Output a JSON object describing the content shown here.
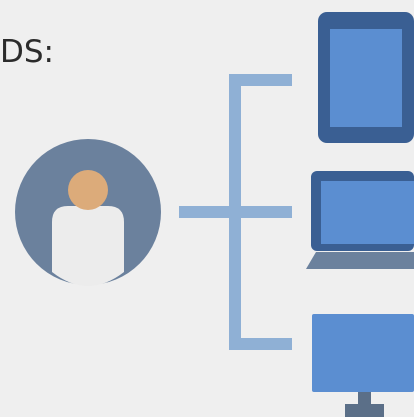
{
  "caption": "DS:",
  "colors": {
    "background": "#efefef",
    "text": "#2b2b2b",
    "connector": "#8fb0d5",
    "avatar_circle": "#6b819d",
    "avatar_head": "#dcab7a",
    "avatar_body": "#ececec",
    "device_frame": "#3a5f93",
    "device_screen": "#5b8ed1",
    "laptop_base": "#6b819d",
    "monitor_stand": "#5b6f88"
  },
  "nodes": [
    {
      "name": "user",
      "icon": "user-avatar-icon"
    },
    {
      "name": "tablet",
      "icon": "tablet-icon"
    },
    {
      "name": "laptop",
      "icon": "laptop-icon"
    },
    {
      "name": "desktop",
      "icon": "desktop-monitor-icon"
    }
  ]
}
